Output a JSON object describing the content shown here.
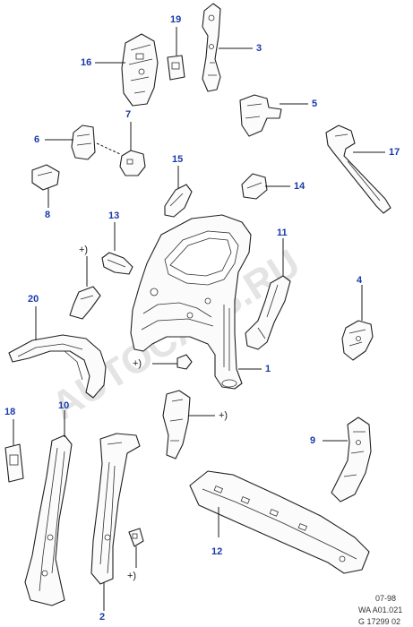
{
  "watermark": "AUTOCATS.RU",
  "callouts": {
    "c1": "1",
    "c2": "2",
    "c3": "3",
    "c4": "4",
    "c5": "5",
    "c6": "6",
    "c7": "7",
    "c8": "8",
    "c9": "9",
    "c10": "10",
    "c11": "11",
    "c12": "12",
    "c13": "13",
    "c14": "14",
    "c15": "15",
    "c16": "16",
    "c17": "17",
    "c18": "18",
    "c19": "19",
    "c20": "20"
  },
  "plus_markers": {
    "p1": "+)",
    "p2": "+)",
    "p3": "+)",
    "p4": "+)"
  },
  "footer": {
    "date": "07-98",
    "ref": "WA A01.021",
    "code": "G 17299 02"
  }
}
